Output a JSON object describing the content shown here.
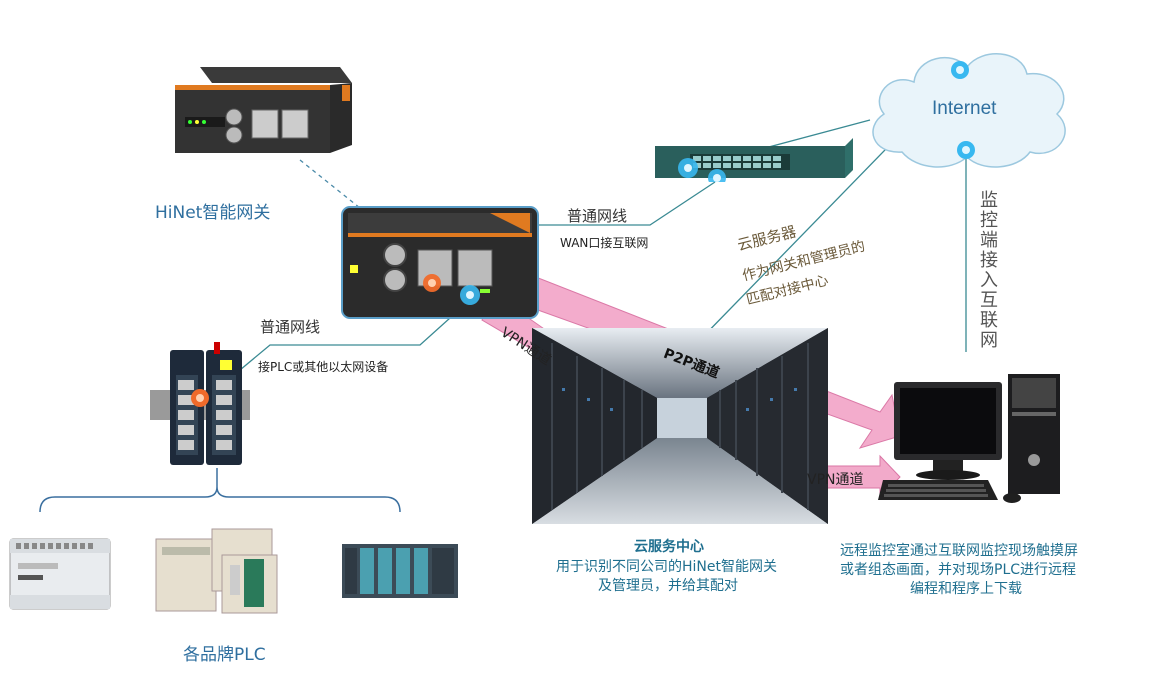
{
  "colors": {
    "line": "#3a8a93",
    "dashed": "#4a8aa8",
    "arrow": "#f2a6c8",
    "arrow_edge": "#d86ea0",
    "title_blue": "#2f6f9f",
    "teal_text": "#1f6f8f",
    "olive_text": "#6b5a3a",
    "led_orange": "#f06a2a",
    "led_blue": "#38b8f0"
  },
  "labels": {
    "gateway_title": "HiNet智能网关",
    "wan_line": "普通网线",
    "wan_note": "WAN口接互联网",
    "lan_line": "普通网线",
    "lan_note": "接PLC或其他以太网设备",
    "cloud_server": "云服务器",
    "cloud_note_1": "作为网关和管理员的",
    "cloud_note_2": "匹配对接中心",
    "internet": "Internet",
    "monitor_vertical": "监控端接入互联网",
    "vpn_1": "VPN通道",
    "p2p": "P2P通道",
    "vpn_2": "VPN通道",
    "cloud_center_title": "云服务中心",
    "cloud_center_desc_1": "用于识别不同公司的HiNet智能网关",
    "cloud_center_desc_2": "及管理员，并给其配对",
    "remote_desc_1": "远程监控室通过互联网监控现场触摸屏",
    "remote_desc_2": "或者组态画面，并对现场PLC进行远程",
    "remote_desc_3": "编程和程序上下载",
    "plc_brands": "各品牌PLC"
  },
  "icons": [
    "gateway-device-icon",
    "gateway-closeup-icon",
    "network-switch-icon",
    "cloud-icon",
    "industrial-switch-icon",
    "server-room-icon",
    "desktop-computer-icon",
    "plc-mitsubishi-icon",
    "plc-schneider-icon",
    "plc-siemens-icon"
  ]
}
